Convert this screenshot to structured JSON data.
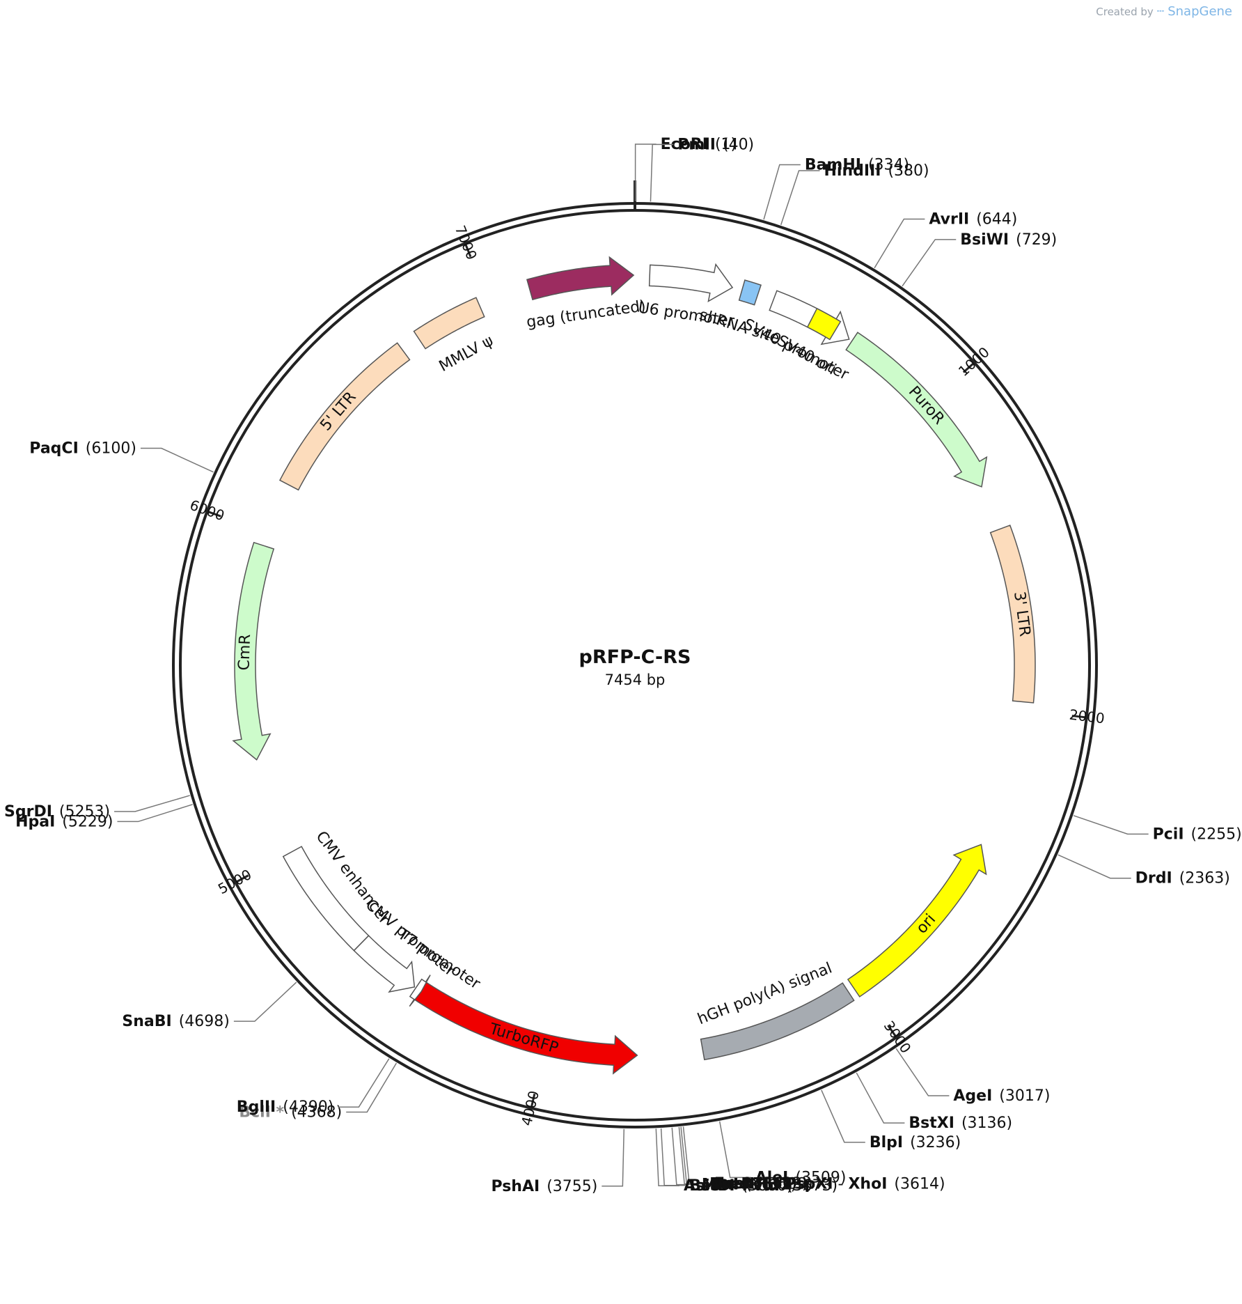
{
  "credit": {
    "prefix": "Created by",
    "brand": "SnapGene"
  },
  "plasmid": {
    "name": "pRFP-C-RS",
    "size_label": "7454 bp",
    "length": 7454
  },
  "ticks": [
    {
      "label": "1000",
      "pos": 1000
    },
    {
      "label": "2000",
      "pos": 2000
    },
    {
      "label": "3000",
      "pos": 3000
    },
    {
      "label": "4000",
      "pos": 4000
    },
    {
      "label": "5000",
      "pos": 5000
    },
    {
      "label": "6000",
      "pos": 6000
    },
    {
      "label": "7000",
      "pos": 7000
    }
  ],
  "features": [
    {
      "name": "gag (truncated)",
      "start": 7130,
      "end": 7450,
      "direction": "forward",
      "color": "#9c2c60",
      "label_inside": false
    },
    {
      "name": "U6 promoter",
      "start": 45,
      "end": 300,
      "direction": "forward",
      "color": "#ffffff",
      "label_inside": false
    },
    {
      "name": "shRNA site",
      "start": 330,
      "end": 380,
      "direction": "none",
      "color": "#89c4f4",
      "label_inside": false
    },
    {
      "name": "SV40 promoter",
      "start": 430,
      "end": 690,
      "direction": "forward",
      "color": "#ffffff",
      "label_inside": false
    },
    {
      "name": "SV40 ori",
      "start": 560,
      "end": 640,
      "direction": "none",
      "color": "#ffff00",
      "label_inside": false
    },
    {
      "name": "PuroR",
      "start": 700,
      "end": 1300,
      "direction": "forward",
      "color": "#cdfbcb",
      "label_inside": true
    },
    {
      "name": "3' LTR",
      "start": 1440,
      "end": 1975,
      "direction": "none",
      "color": "#fcdcbc",
      "label_inside": true
    },
    {
      "name": "ori",
      "start": 2430,
      "end": 3020,
      "direction": "reverse",
      "color": "#ffff00",
      "label_inside": true
    },
    {
      "name": "hGH poly(A) signal",
      "start": 3040,
      "end": 3520,
      "direction": "none",
      "color": "#a6abb1",
      "label_inside": false
    },
    {
      "name": "TurboRFP",
      "start": 3720,
      "end": 4420,
      "direction": "reverse",
      "color": "#f00000",
      "label_inside": true
    },
    {
      "name": "T7 promoter",
      "start": 4415,
      "end": 4435,
      "direction": "reverse",
      "color": "#ffffff",
      "label_inside": false
    },
    {
      "name": "CMV promoter",
      "start": 4440,
      "end": 4650,
      "direction": "reverse",
      "color": "#ffffff",
      "label_inside": false
    },
    {
      "name": "CMV enhancer",
      "start": 4650,
      "end": 5000,
      "direction": "none",
      "color": "#ffffff",
      "label_inside": false
    },
    {
      "name": "CmR",
      "start": 5300,
      "end": 5960,
      "direction": "reverse",
      "color": "#cdfbcb",
      "label_inside": true
    },
    {
      "name": "5' LTR",
      "start": 6160,
      "end": 6700,
      "direction": "none",
      "color": "#fcdcbc",
      "label_inside": true
    },
    {
      "name": "MMLV ψ",
      "start": 6760,
      "end": 6970,
      "direction": "none",
      "color": "#fcdcbc",
      "label_inside": false
    }
  ],
  "sites": [
    {
      "name": "EcoRI",
      "pos": "(1)",
      "bp": 1
    },
    {
      "name": "PmlI",
      "pos": "(40)",
      "bp": 40
    },
    {
      "name": "BamHI",
      "pos": "(334)",
      "bp": 334
    },
    {
      "name": "HindIII",
      "pos": "(380)",
      "bp": 380
    },
    {
      "name": "AvrII",
      "pos": "(644)",
      "bp": 644
    },
    {
      "name": "BsiWI",
      "pos": "(729)",
      "bp": 729
    },
    {
      "name": "PciI",
      "pos": "(2255)",
      "bp": 2255
    },
    {
      "name": "DrdI",
      "pos": "(2363)",
      "bp": 2363
    },
    {
      "name": "AgeI",
      "pos": "(3017)",
      "bp": 3017
    },
    {
      "name": "BstXI",
      "pos": "(3136)",
      "bp": 3136
    },
    {
      "name": "BlpI",
      "pos": "(3236)",
      "bp": 3236
    },
    {
      "name": "AleI",
      "pos": "(3509)",
      "bp": 3509
    },
    {
      "name": "FseI",
      "pos": "(3603)",
      "bp": 3603
    },
    {
      "name": "PmeI",
      "pos": "(3609)",
      "bp": 3609
    },
    {
      "name": "PaeR7I",
      "name2": "PspXI",
      "name3": "XhoI",
      "pos": "(3614)",
      "bp": 3614
    },
    {
      "name": "MluI",
      "pos": "(3632)",
      "bp": 3632
    },
    {
      "name": "BstBI",
      "pos": "(3660)",
      "bp": 3660
    },
    {
      "name": "AsiSI",
      "name2": "PvuI",
      "pos": "(3673)",
      "bp": 3673
    },
    {
      "name": "PshAI",
      "pos": "(3755)",
      "bp": 3755
    },
    {
      "name": "BclI *",
      "pos": "(4368)",
      "bp": 4368,
      "gray": true
    },
    {
      "name": "BglII",
      "pos": "(4390)",
      "bp": 4390
    },
    {
      "name": "SnaBI",
      "pos": "(4698)",
      "bp": 4698
    },
    {
      "name": "HpaI",
      "pos": "(5229)",
      "bp": 5229
    },
    {
      "name": "SgrDI",
      "pos": "(5253)",
      "bp": 5253
    },
    {
      "name": "PaqCI",
      "pos": "(6100)",
      "bp": 6100
    }
  ]
}
